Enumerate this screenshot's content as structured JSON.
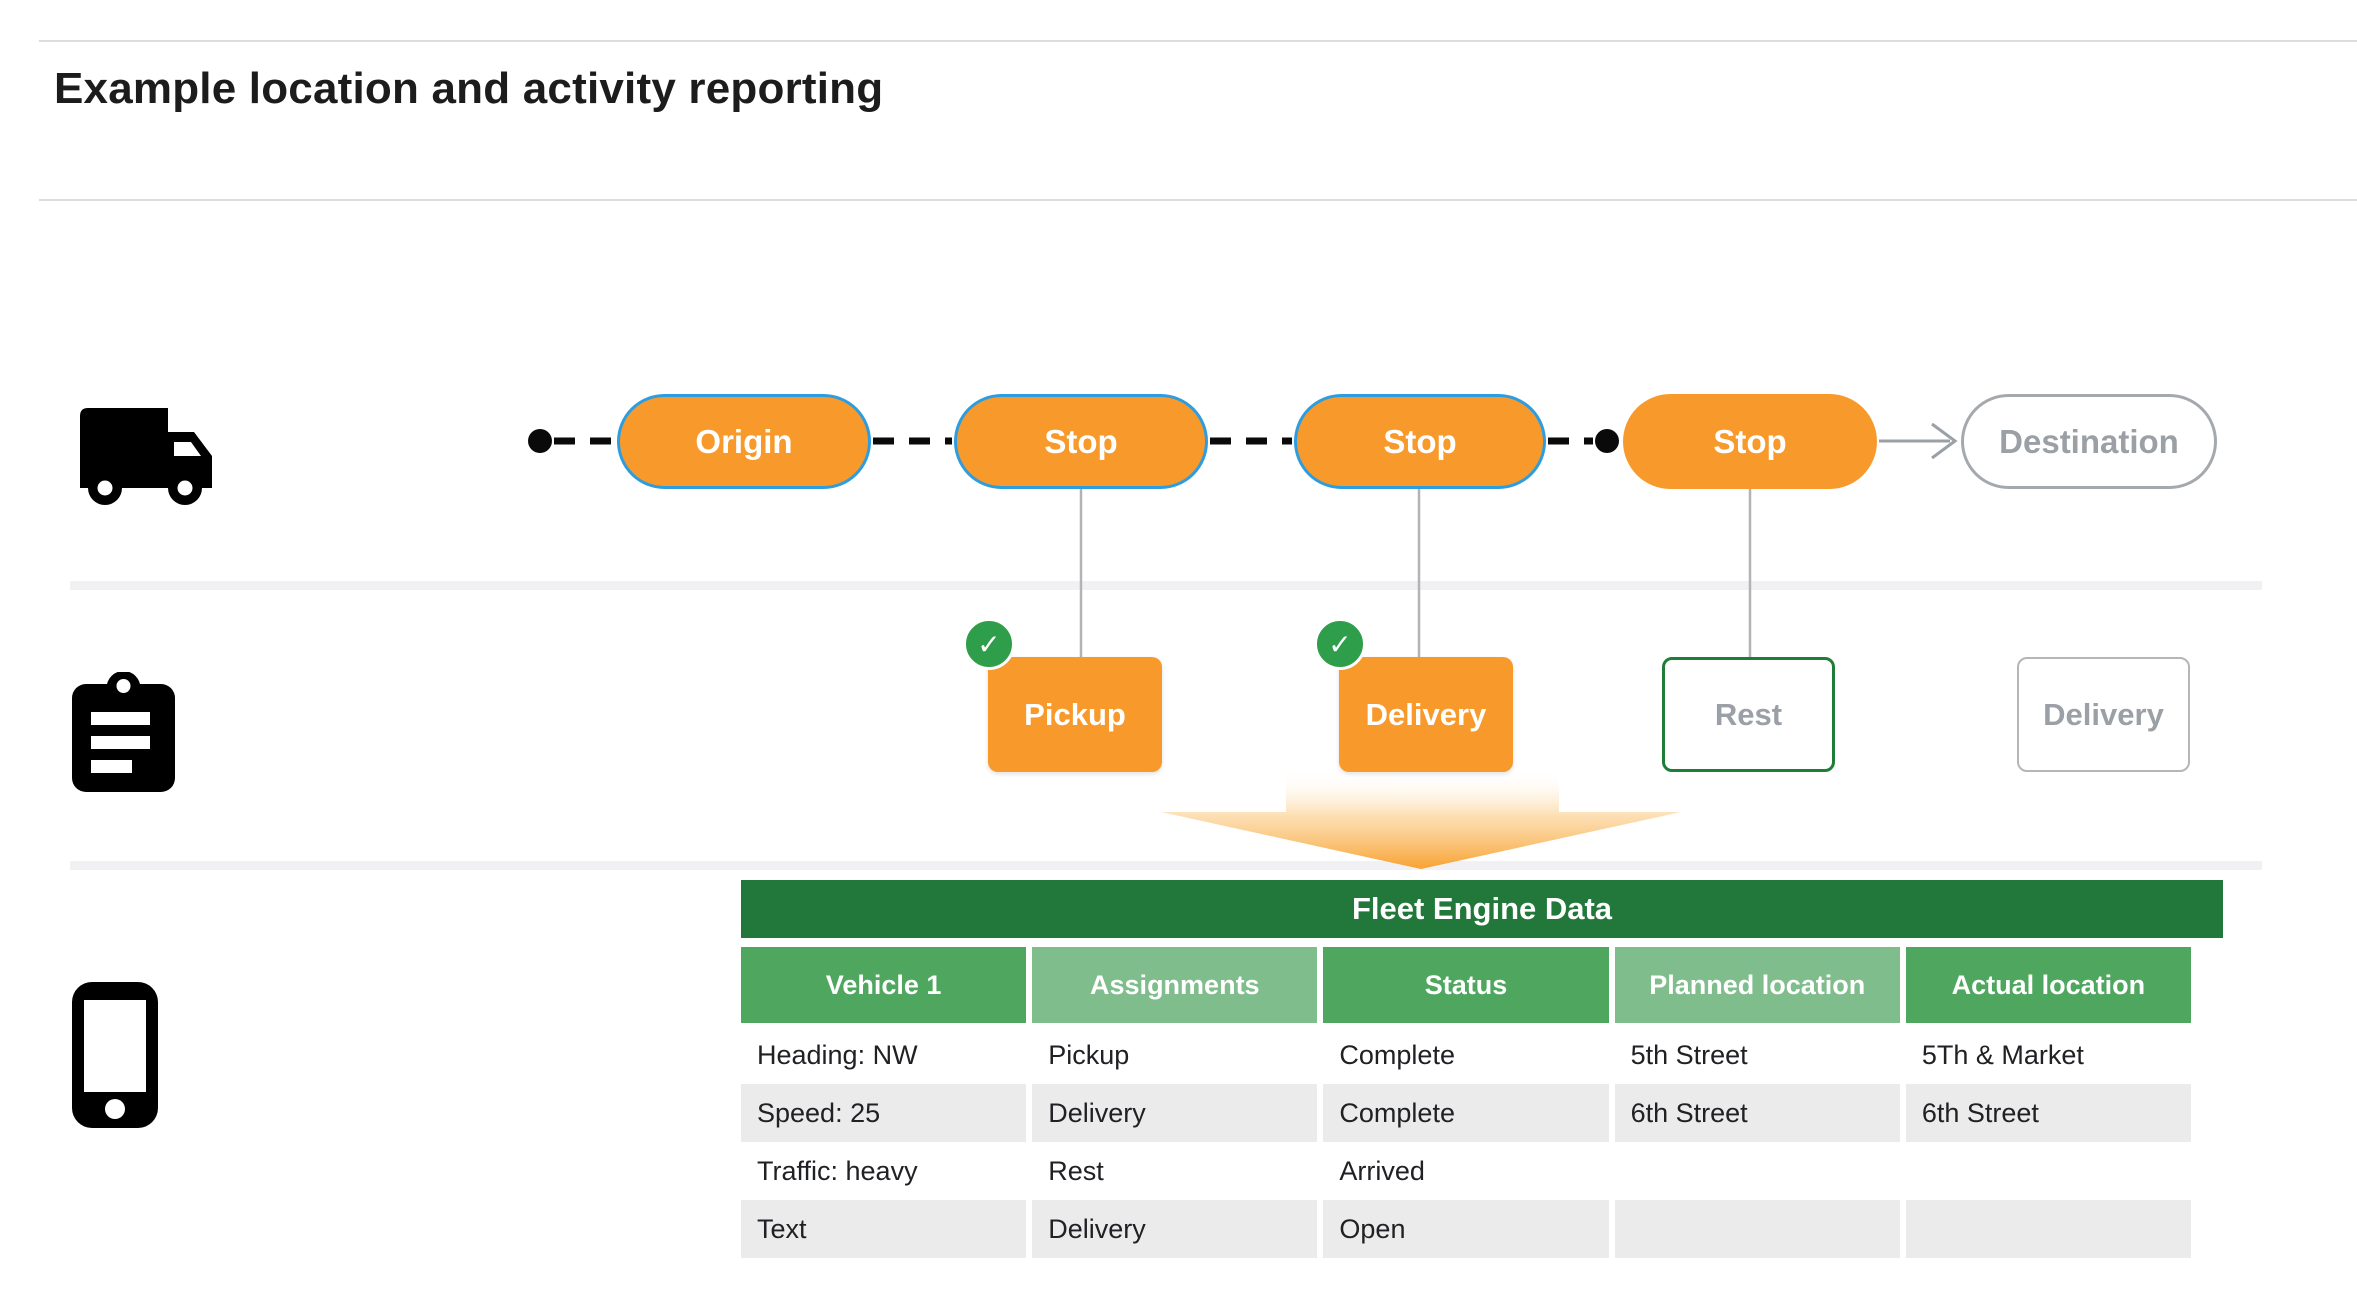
{
  "header": {
    "title": "Example location and activity reporting"
  },
  "route": {
    "nodes": [
      {
        "label": "Origin",
        "state": "visited"
      },
      {
        "label": "Stop",
        "state": "visited"
      },
      {
        "label": "Stop",
        "state": "visited"
      },
      {
        "label": "Stop",
        "state": "current"
      },
      {
        "label": "Destination",
        "state": "upcoming"
      }
    ]
  },
  "activities": [
    {
      "label": "Pickup",
      "status": "complete"
    },
    {
      "label": "Delivery",
      "status": "complete"
    },
    {
      "label": "Rest",
      "status": "active"
    },
    {
      "label": "Delivery",
      "status": "planned"
    }
  ],
  "check_glyph": "✓",
  "table": {
    "title": "Fleet Engine Data",
    "columns": [
      "Vehicle 1",
      "Assignments",
      "Status",
      "Planned location",
      "Actual location"
    ],
    "rows": [
      [
        "Heading: NW",
        "Pickup",
        "Complete",
        "5th Street",
        "5Th & Market"
      ],
      [
        "Speed: 25",
        "Delivery",
        "Complete",
        "6th Street",
        "6th Street"
      ],
      [
        "Traffic: heavy",
        "Rest",
        "Arrived",
        "",
        ""
      ],
      [
        "Text",
        "Delivery",
        "Open",
        "",
        ""
      ]
    ]
  },
  "colors": {
    "orange": "#F89A2B",
    "pill_border_blue": "#2d9de0",
    "check_green": "#2f9e4b",
    "table_dark_green": "#21783A",
    "table_medium_green": "#4FA75F",
    "table_light_green": "#80BD8C",
    "inactive_gray_text": "#9aa0a6",
    "row_stripe_gray": "#EBEBEB"
  }
}
